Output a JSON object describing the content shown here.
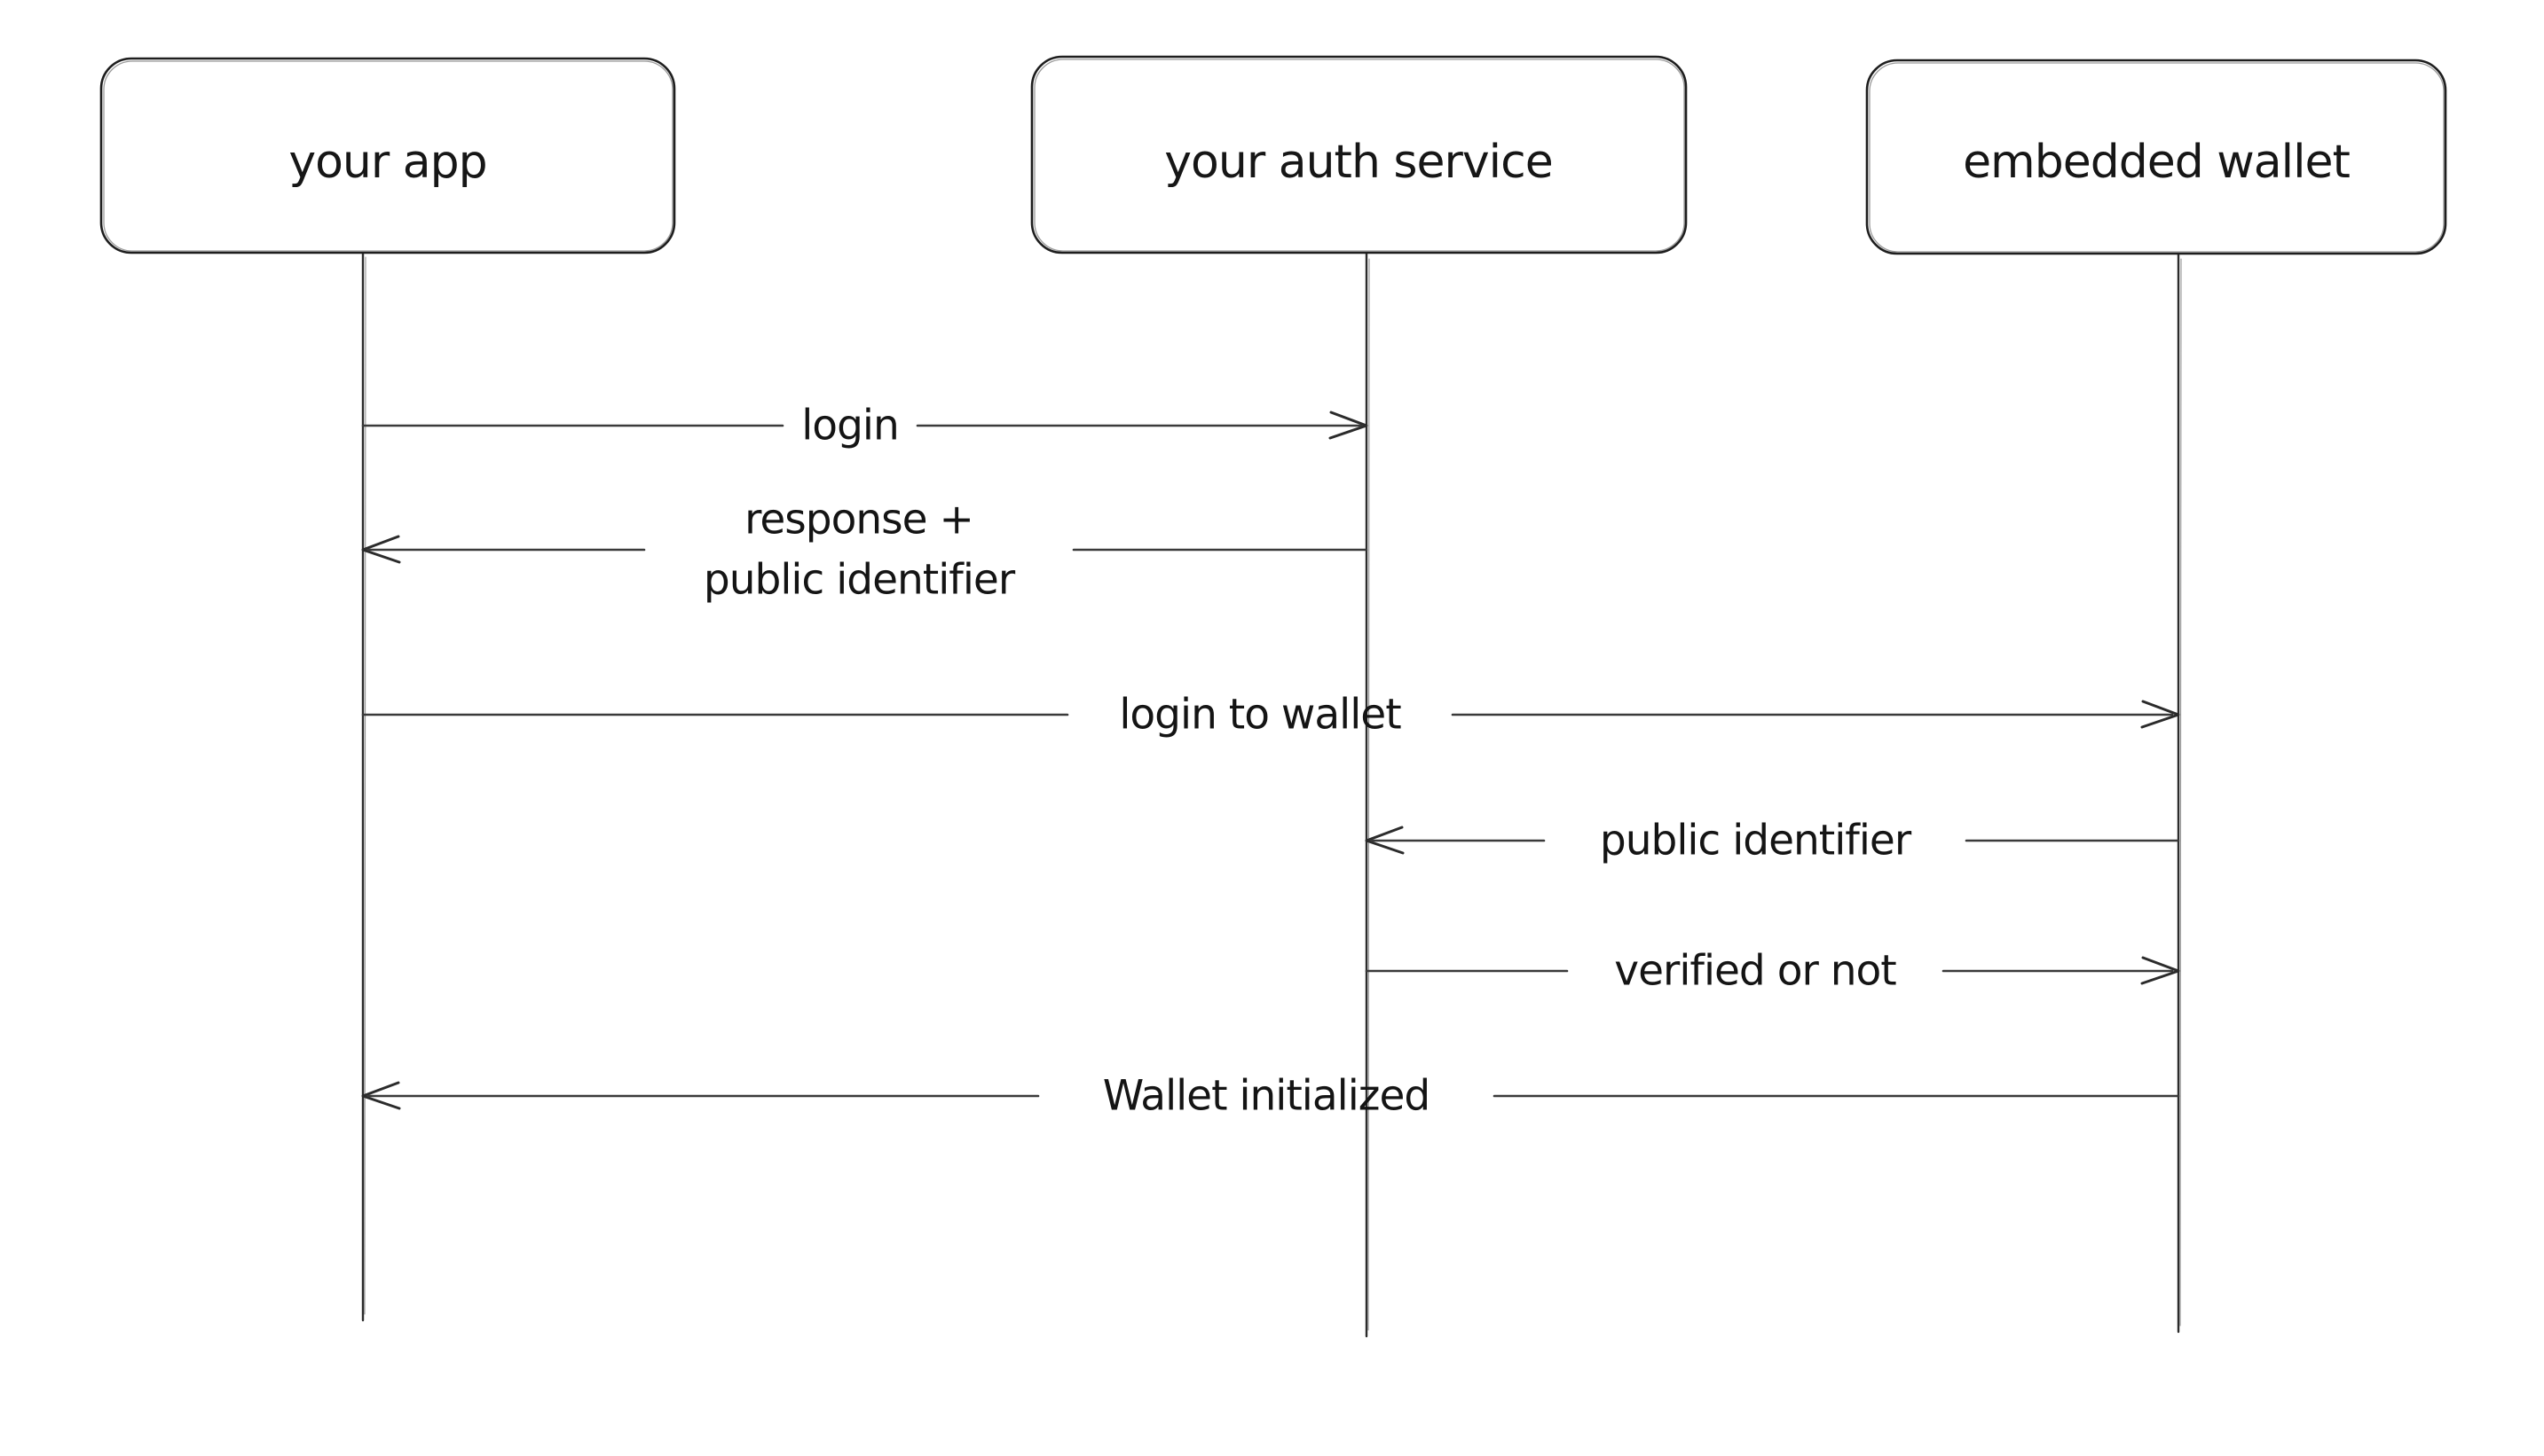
{
  "diagram": {
    "type": "sequence-diagram",
    "style": "hand-drawn",
    "colors": {
      "background": "#ffffff",
      "shape_stroke": "#1e1e1e",
      "arrow_stroke": "#3a3a3a",
      "text": "#141414"
    },
    "actors": [
      {
        "label": "your app"
      },
      {
        "label": "your auth service"
      },
      {
        "label": "embedded wallet"
      }
    ],
    "messages": [
      {
        "label": "login",
        "from": "your app",
        "to": "your auth service",
        "direction": "right"
      },
      {
        "lines": [
          "response +",
          "public identifier"
        ],
        "from": "your auth service",
        "to": "your app",
        "direction": "left"
      },
      {
        "label": "login to wallet",
        "from": "your app",
        "to": "embedded wallet",
        "direction": "right"
      },
      {
        "label": "public identifier",
        "from": "embedded wallet",
        "to": "your auth service",
        "direction": "left"
      },
      {
        "label": "verified or not",
        "from": "your auth service",
        "to": "embedded wallet",
        "direction": "right"
      },
      {
        "label": "Wallet initialized",
        "from": "embedded wallet",
        "to": "your app",
        "direction": "left"
      }
    ]
  }
}
